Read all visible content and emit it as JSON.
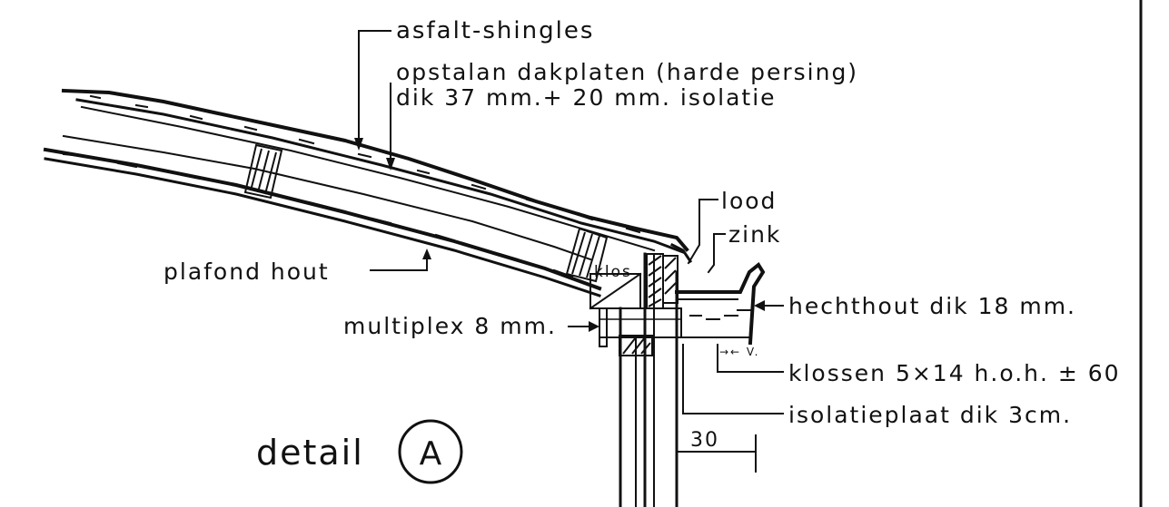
{
  "drawing": {
    "labels": {
      "shingles": "asfalt-shingles",
      "roof_panels_line1": "opstalan dakplaten (harde persing)",
      "roof_panels_line2": "dik  37 mm.+ 20 mm. isolatie",
      "lead": "lood",
      "zinc": "zink",
      "ceiling": "plafond  hout",
      "multiplex": "multiplex  8 mm.",
      "adhesive_wood": "hechthout  dik 18 mm.",
      "blocks": "klossen  5×14  h.o.h. ± 60",
      "insulation_board": "isolatieplaat  dik 3cm.",
      "klos": "klos",
      "small_mark": "→← V.",
      "dimension": "30"
    },
    "title": {
      "text": "detail",
      "marker": "A"
    }
  },
  "colors": {
    "ink": "#111111",
    "paper": "#ffffff"
  }
}
